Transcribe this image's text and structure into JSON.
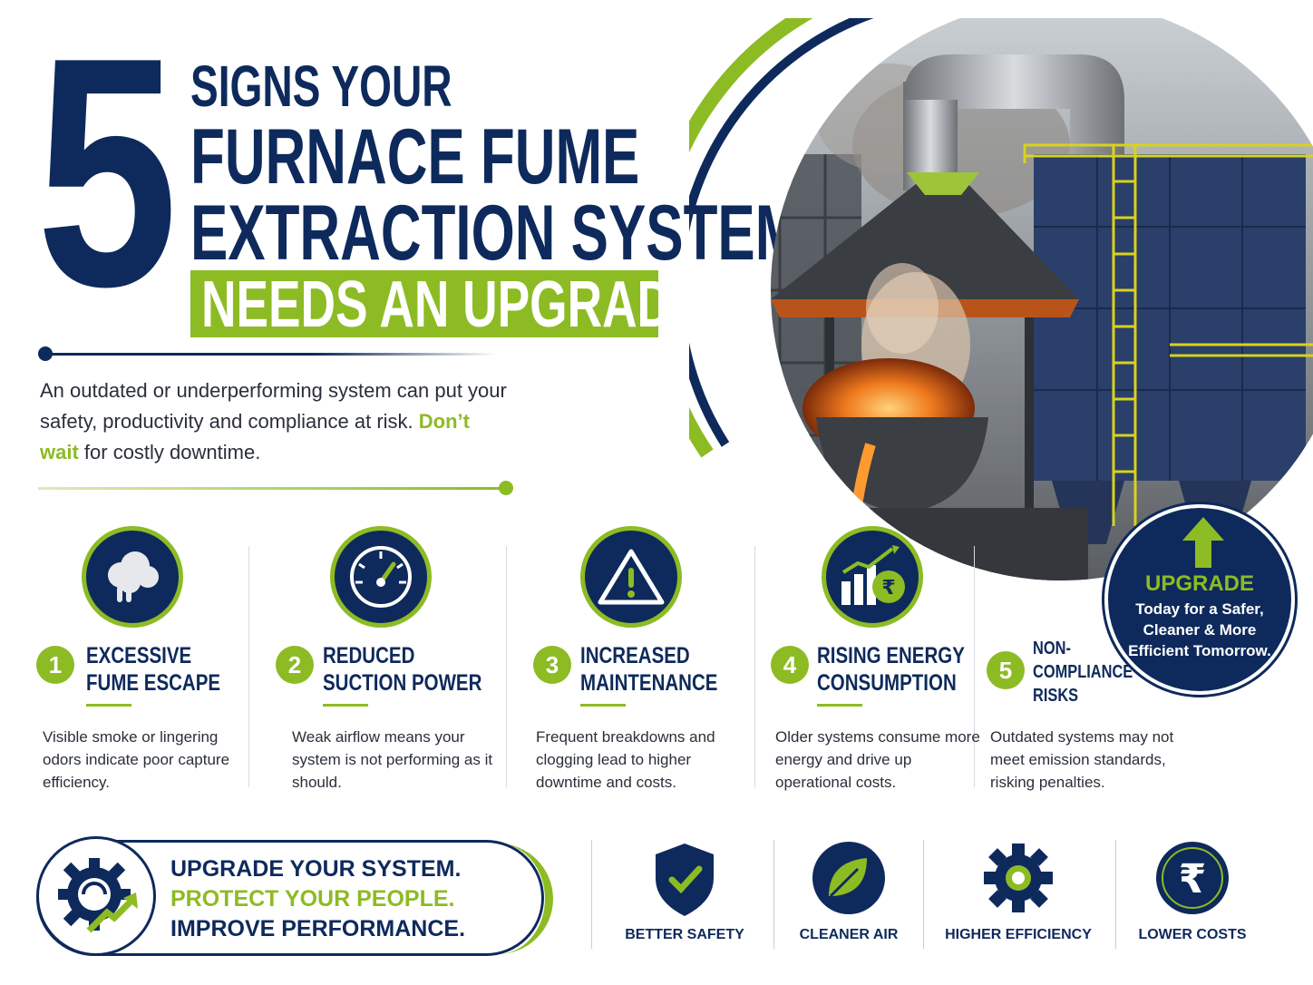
{
  "header": {
    "number": "5",
    "line1": "SIGNS YOUR",
    "line2": "FURNACE FUME",
    "line3": "EXTRACTION SYSTEM",
    "highlight": "NEEDS AN UPGRADE"
  },
  "intro": {
    "text_before": "An outdated or underperforming system can put your safety, productivity and compliance at risk. ",
    "text_highlight": "Don’t wait",
    "text_after": " for costly downtime."
  },
  "signs": [
    {
      "number": "1",
      "title_line1": "EXCESSIVE",
      "title_line2": "FUME ESCAPE",
      "description": "Visible smoke or lingering odors indicate poor capture efficiency.",
      "icon": "smoke-cloud-icon"
    },
    {
      "number": "2",
      "title_line1": "REDUCED",
      "title_line2": "SUCTION POWER",
      "description": "Weak airflow means your system is not performing as it should.",
      "icon": "gauge-icon"
    },
    {
      "number": "3",
      "title_line1": "INCREASED",
      "title_line2": "MAINTENANCE",
      "description": "Frequent breakdowns and clogging lead to higher downtime and costs.",
      "icon": "warning-icon"
    },
    {
      "number": "4",
      "title_line1": "RISING ENERGY",
      "title_line2": "CONSUMPTION",
      "description": "Older systems consume more energy and drive up operational costs.",
      "icon": "rupee-chart-icon"
    },
    {
      "number": "5",
      "title_line1": "NON-",
      "title_line2": "COMPLIANCE",
      "title_line3": "RISKS",
      "description": "Outdated systems may not meet emission standards, risking penalties.",
      "icon": "none"
    }
  ],
  "badge": {
    "title": "UPGRADE",
    "text": "Today for a Safer, Cleaner & More Efficient Tomorrow."
  },
  "banner": {
    "line1": "UPGRADE YOUR SYSTEM.",
    "line2": "PROTECT YOUR PEOPLE.",
    "line3": "IMPROVE PERFORMANCE."
  },
  "benefits": [
    {
      "label": "BETTER SAFETY",
      "icon": "shield-check-icon"
    },
    {
      "label": "CLEANER AIR",
      "icon": "leaf-icon"
    },
    {
      "label": "HIGHER EFFICIENCY",
      "icon": "gear-icon"
    },
    {
      "label": "LOWER COSTS",
      "icon": "rupee-icon"
    }
  ],
  "colors": {
    "navy": "#0e2a5c",
    "green": "#8dbb24",
    "molten": "#f07a1e"
  }
}
